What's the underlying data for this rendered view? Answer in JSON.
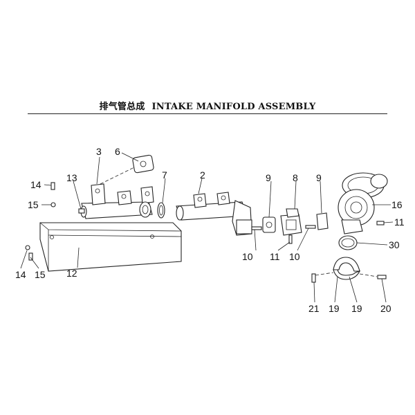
{
  "title": {
    "chinese": "排气管总成",
    "english": "INTAKE MANIFOLD ASSEMBLY"
  },
  "callouts": [
    {
      "id": "c1",
      "text": "3"
    },
    {
      "id": "c2",
      "text": "6"
    },
    {
      "id": "c3",
      "text": "13"
    },
    {
      "id": "c4",
      "text": "7"
    },
    {
      "id": "c5",
      "text": "2"
    },
    {
      "id": "c6",
      "text": "9"
    },
    {
      "id": "c7",
      "text": "8"
    },
    {
      "id": "c8",
      "text": "9"
    },
    {
      "id": "c9",
      "text": "14"
    },
    {
      "id": "c10",
      "text": "15"
    },
    {
      "id": "c11",
      "text": "16"
    },
    {
      "id": "c12",
      "text": "11"
    },
    {
      "id": "c13",
      "text": "10"
    },
    {
      "id": "c14",
      "text": "11"
    },
    {
      "id": "c15",
      "text": "10"
    },
    {
      "id": "c16",
      "text": "30"
    },
    {
      "id": "c17",
      "text": "12"
    },
    {
      "id": "c18",
      "text": "14"
    },
    {
      "id": "c19",
      "text": "15"
    },
    {
      "id": "c20",
      "text": "21"
    },
    {
      "id": "c21",
      "text": "19"
    },
    {
      "id": "c22",
      "text": "19"
    },
    {
      "id": "c23",
      "text": "20"
    }
  ]
}
